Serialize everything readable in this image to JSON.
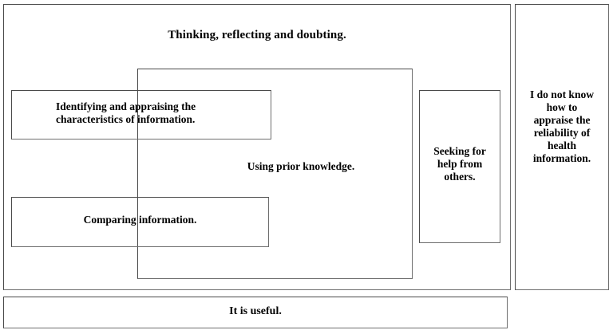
{
  "diagram": {
    "title": "Thinking, reflecting and doubting.",
    "outer_group": {
      "name": "Thinking, reflecting and doubting.",
      "header_text": "Thinking, reflecting and doubting."
    },
    "middle_group": {
      "inline_text": "Using prior knowledge."
    },
    "boxes": [
      {
        "id": "identifying",
        "text": "Identifying and appraising the\ncharacteristics of information."
      },
      {
        "id": "comparing",
        "text": "Comparing information."
      },
      {
        "id": "seeking",
        "text": "Seeking for\nhelp from\nothers."
      },
      {
        "id": "right-column",
        "text": "I do not know\nhow to\nappraise the\nreliability of\nhealth\ninformation."
      },
      {
        "id": "bottom",
        "text": "It is useful."
      }
    ],
    "colors": {
      "border": "#6e6e6e",
      "border_dark": "#4a4a4a",
      "text": "#000000",
      "background": "#ffffff"
    }
  }
}
